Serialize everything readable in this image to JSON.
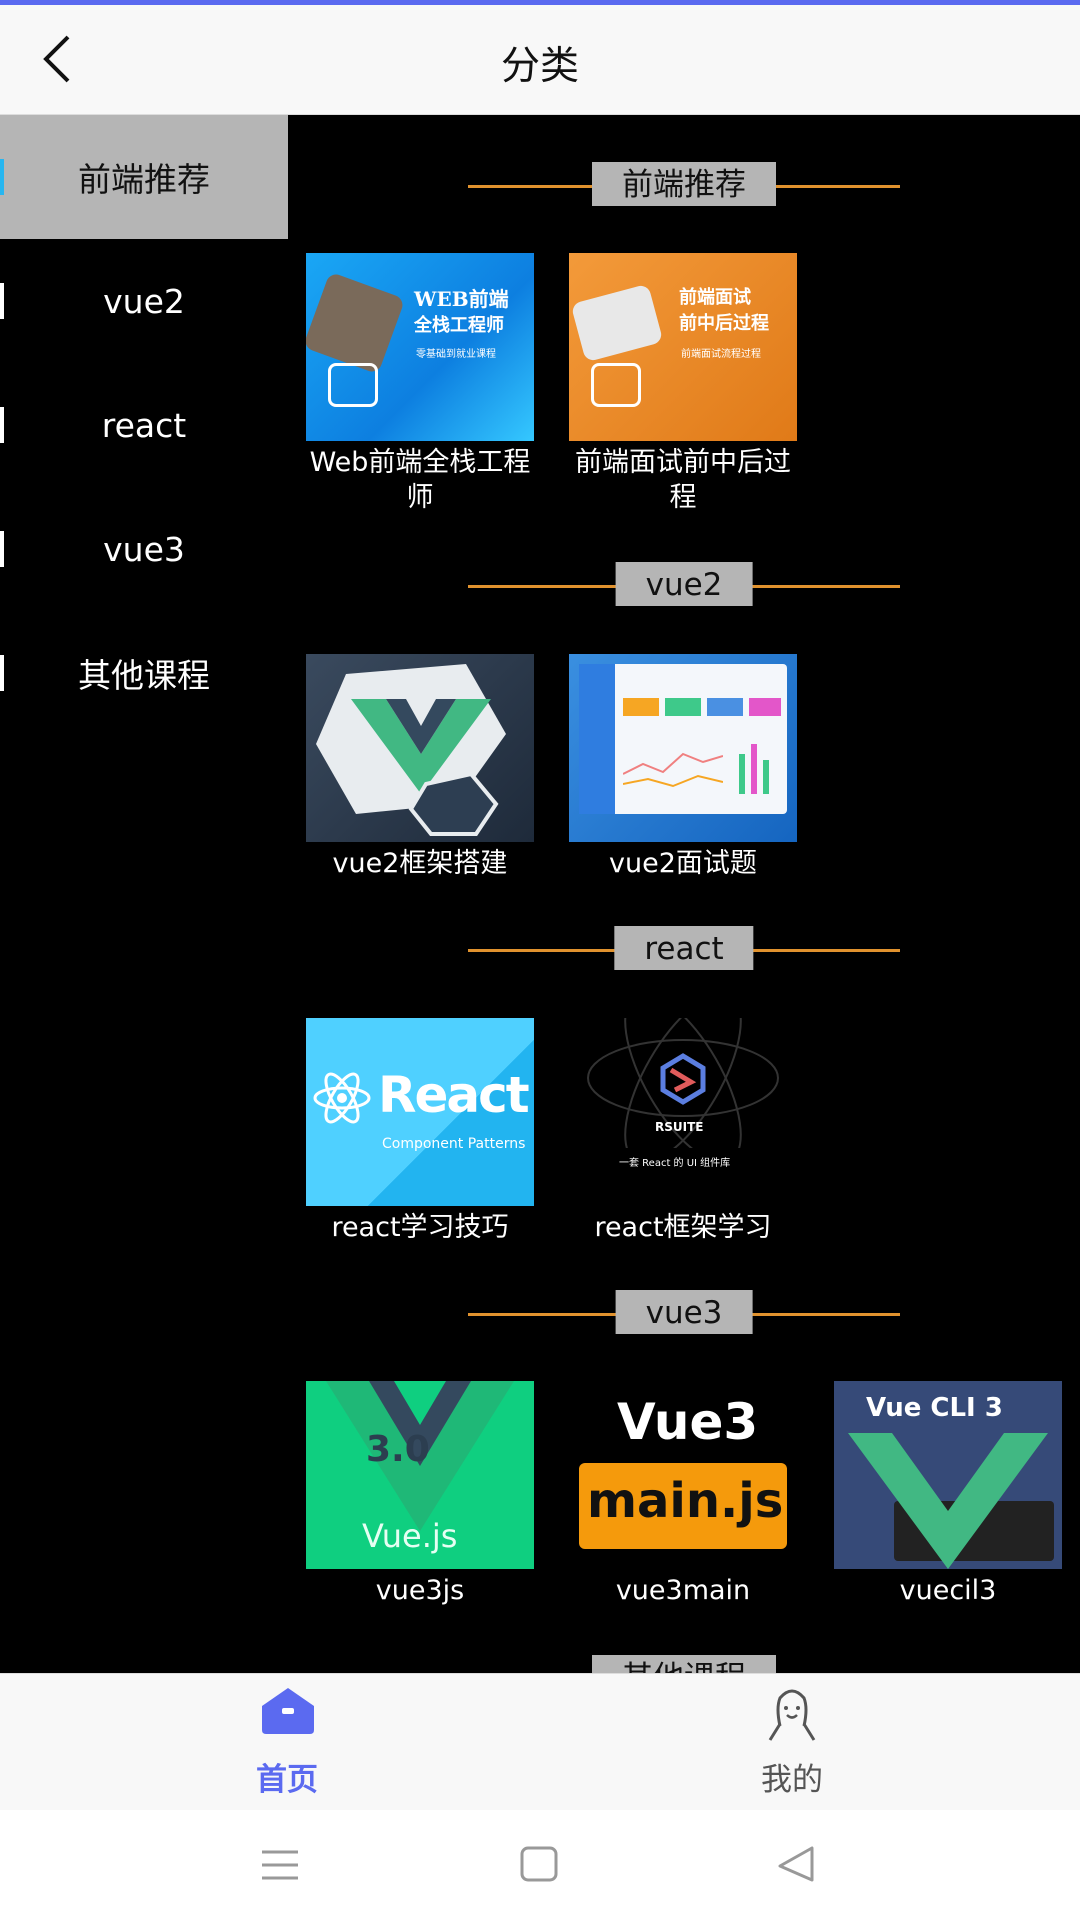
{
  "header": {
    "title": "分类",
    "back_icon": "chevron-left-icon"
  },
  "sidebar": {
    "items": [
      {
        "label": "前端推荐",
        "active": true
      },
      {
        "label": "vue2"
      },
      {
        "label": "react"
      },
      {
        "label": "vue3"
      },
      {
        "label": "其他课程"
      }
    ]
  },
  "sections": [
    {
      "title": "前端推荐",
      "items": [
        {
          "caption": "Web前端全栈工程师",
          "thumb_text": [
            "WEB前端",
            "全栈工程师",
            "零基础到就业课程"
          ]
        },
        {
          "caption": "前端面试前中后过程",
          "thumb_text": [
            "前端面试",
            "前中后过程",
            "前端面试流程过程"
          ]
        }
      ]
    },
    {
      "title": "vue2",
      "items": [
        {
          "caption": "vue2框架搭建"
        },
        {
          "caption": "vue2面试题"
        }
      ]
    },
    {
      "title": "react",
      "items": [
        {
          "caption": "react学习技巧",
          "thumb_text": [
            "React",
            "Component Patterns"
          ]
        },
        {
          "caption": "react框架学习",
          "thumb_text": [
            "RSUITE",
            "一套 React 的 UI 组件库"
          ]
        }
      ]
    },
    {
      "title": "vue3",
      "items": [
        {
          "caption": "vue3js",
          "thumb_text": [
            "3.0",
            "Vue.js"
          ]
        },
        {
          "caption": "vue3main",
          "thumb_text": [
            "Vue3",
            "main.js"
          ]
        },
        {
          "caption": "vuecil3",
          "thumb_text": [
            "Vue CLI 3"
          ]
        }
      ]
    },
    {
      "title": "其他课程",
      "items": []
    }
  ],
  "tabbar": {
    "items": [
      {
        "label": "首页",
        "icon": "home-icon",
        "active": true
      },
      {
        "label": "我的",
        "icon": "profile-icon"
      }
    ]
  },
  "colors": {
    "accent": "#5b6af0",
    "divider": "#e0922e",
    "active_bar": "#27b6f0"
  }
}
